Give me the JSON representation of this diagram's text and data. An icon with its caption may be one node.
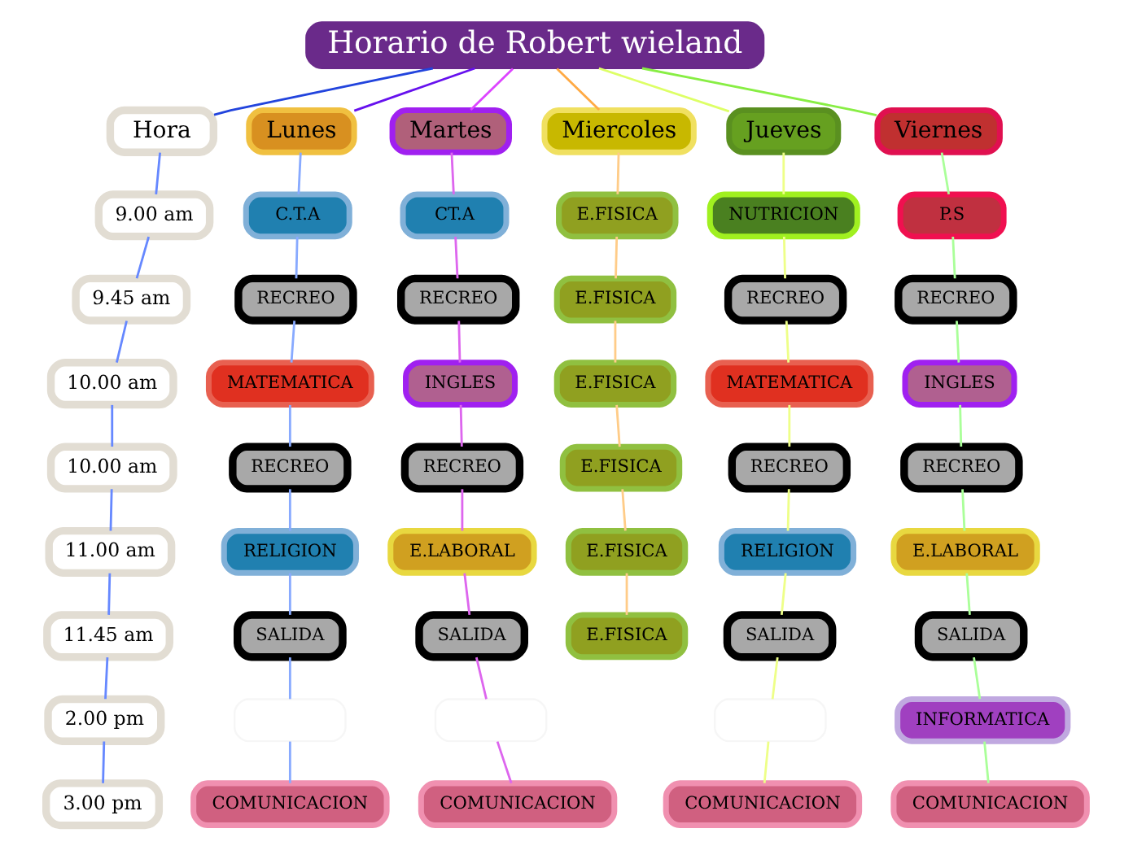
{
  "diagram": {
    "nodes": [
      {
        "text": [
          "Horario de Robert wieland"
        ]
      },
      {
        "text": [
          "Hora"
        ]
      },
      {
        "text": [
          "9.00 am"
        ]
      },
      {
        "text": [
          "9.45 am"
        ]
      },
      {
        "text": [
          "10.00 am"
        ]
      },
      {
        "text": [
          "10.00 am"
        ]
      },
      {
        "text": [
          "11.00 am"
        ]
      },
      {
        "text": [
          "11.45 am"
        ]
      },
      {
        "text": [
          "2.00 pm"
        ]
      },
      {
        "text": [
          "3.00 pm"
        ]
      },
      {
        "text": [
          "Lunes"
        ]
      },
      {
        "text": [
          "C.T.A"
        ]
      },
      {
        "text": [
          "RECREO"
        ]
      },
      {
        "text": [
          "MATEMATICA"
        ]
      },
      {
        "text": [
          "RECREO"
        ]
      },
      {
        "text": [
          "RELIGION"
        ]
      },
      {
        "text": [
          "SALIDA"
        ]
      },
      {
        "text": [],
        "shape": "box"
      },
      {
        "text": [
          "COMUNICACION"
        ]
      },
      {
        "text": [
          "Martes"
        ]
      },
      {
        "text": [
          "CT.A"
        ]
      },
      {
        "text": [
          "RECREO"
        ]
      },
      {
        "text": [
          "INGLES"
        ]
      },
      {
        "text": [
          "RECREO"
        ]
      },
      {
        "text": [
          "E.LABORAL"
        ]
      },
      {
        "text": [
          "SALIDA"
        ]
      },
      {
        "text": [],
        "shape": "box"
      },
      {
        "text": [
          "COMUNICACION"
        ]
      },
      {
        "text": [
          "Miercoles"
        ]
      },
      {
        "text": [
          "E.FISICA"
        ]
      },
      {
        "text": [
          "E.FISICA"
        ]
      },
      {
        "text": [
          "E.FISICA"
        ]
      },
      {
        "text": [
          "E.FISICA"
        ]
      },
      {
        "text": [
          "E.FISICA"
        ]
      },
      {
        "text": [
          "E.FISICA"
        ]
      },
      {
        "text": [
          "Jueves"
        ]
      },
      {
        "text": [
          "NUTRICION"
        ]
      },
      {
        "text": [
          "RECREO"
        ]
      },
      {
        "text": [
          "MATEMATICA"
        ]
      },
      {
        "text": [
          "RECREO"
        ]
      },
      {
        "text": [
          "RELIGION"
        ]
      },
      {
        "text": [
          "SALIDA"
        ]
      },
      {
        "text": [],
        "shape": "box"
      },
      {
        "text": [
          "COMUNICACION"
        ]
      },
      {
        "text": [
          "Viernes"
        ]
      },
      {
        "text": [
          "P.S"
        ]
      },
      {
        "text": [
          "RECREO"
        ]
      },
      {
        "text": [
          "INGLES"
        ]
      },
      {
        "text": [
          "RECREO"
        ]
      },
      {
        "text": [
          "E.LABORAL"
        ]
      },
      {
        "text": [
          "SALIDA"
        ]
      },
      {
        "text": [
          "INFORMATICA"
        ]
      },
      {
        "text": [
          "COMUNICACION"
        ]
      }
    ],
    "edges": [
      {
        "from": 0,
        "to": 1,
        "arrow": "none",
        "color": "#2244dd"
      },
      {
        "from": 1,
        "to": 2,
        "arrow": "none",
        "color": "#6688ff"
      },
      {
        "from": 2,
        "to": 3,
        "arrow": "none",
        "color": "#6688ff"
      },
      {
        "from": 3,
        "to": 4,
        "arrow": "none",
        "color": "#6688ff"
      },
      {
        "from": 4,
        "to": 5,
        "arrow": "none",
        "color": "#6688ff"
      },
      {
        "from": 5,
        "to": 6,
        "arrow": "none",
        "color": "#6688ff"
      },
      {
        "from": 6,
        "to": 7,
        "arrow": "none",
        "color": "#6688ff"
      },
      {
        "from": 7,
        "to": 8,
        "arrow": "none",
        "color": "#6688ff"
      },
      {
        "from": 8,
        "to": 9,
        "arrow": "none",
        "color": "#6688ff"
      },
      {
        "from": 0,
        "to": 10,
        "arrow": "none",
        "color": "#6611ee"
      },
      {
        "from": 10,
        "to": 11,
        "arrow": "none",
        "color": "#88aaff"
      },
      {
        "from": 11,
        "to": 12,
        "arrow": "none",
        "color": "#88aaff"
      },
      {
        "from": 12,
        "to": 13,
        "arrow": "none",
        "color": "#88aaff"
      },
      {
        "from": 13,
        "to": 14,
        "arrow": "none",
        "color": "#88aaff"
      },
      {
        "from": 14,
        "to": 15,
        "arrow": "none",
        "color": "#88aaff"
      },
      {
        "from": 15,
        "to": 16,
        "arrow": "none",
        "color": "#88aaff"
      },
      {
        "from": 16,
        "to": 17,
        "arrow": "none",
        "color": "#88aaff"
      },
      {
        "from": 17,
        "to": 18,
        "arrow": "none",
        "color": "#88aaff"
      },
      {
        "from": 0,
        "to": 19,
        "arrow": "none",
        "color": "#dd44ff"
      },
      {
        "from": 19,
        "to": 20,
        "arrow": "none",
        "color": "#dd66ee"
      },
      {
        "from": 20,
        "to": 21,
        "arrow": "none",
        "color": "#dd66ee"
      },
      {
        "from": 21,
        "to": 22,
        "arrow": "none",
        "color": "#dd66ee"
      },
      {
        "from": 22,
        "to": 23,
        "arrow": "none",
        "color": "#dd66ee"
      },
      {
        "from": 23,
        "to": 24,
        "arrow": "none",
        "color": "#dd66ee"
      },
      {
        "from": 24,
        "to": 25,
        "arrow": "none",
        "color": "#dd66ee"
      },
      {
        "from": 25,
        "to": 26,
        "arrow": "none",
        "color": "#dd66ee"
      },
      {
        "from": 26,
        "to": 27,
        "arrow": "none",
        "color": "#dd66ee"
      },
      {
        "from": 0,
        "to": 28,
        "arrow": "none",
        "color": "#ffaa44"
      },
      {
        "from": 28,
        "to": 29,
        "arrow": "none",
        "color": "#ffcc88"
      },
      {
        "from": 29,
        "to": 30,
        "arrow": "none",
        "color": "#ffcc88"
      },
      {
        "from": 30,
        "to": 31,
        "arrow": "none",
        "color": "#ffcc88"
      },
      {
        "from": 31,
        "to": 32,
        "arrow": "none",
        "color": "#ffcc88"
      },
      {
        "from": 32,
        "to": 33,
        "arrow": "none",
        "color": "#ffcc88"
      },
      {
        "from": 33,
        "to": 34,
        "arrow": "none",
        "color": "#ffcc88"
      },
      {
        "from": 0,
        "to": 35,
        "arrow": "none",
        "color": "#ddff66"
      },
      {
        "from": 35,
        "to": 36,
        "arrow": "none",
        "color": "#eeff88"
      },
      {
        "from": 36,
        "to": 37,
        "arrow": "none",
        "color": "#eeff88"
      },
      {
        "from": 37,
        "to": 38,
        "arrow": "none",
        "color": "#eeff88"
      },
      {
        "from": 38,
        "to": 39,
        "arrow": "none",
        "color": "#eeff88"
      },
      {
        "from": 39,
        "to": 40,
        "arrow": "none",
        "color": "#eeff88"
      },
      {
        "from": 40,
        "to": 41,
        "arrow": "none",
        "color": "#eeff88"
      },
      {
        "from": 41,
        "to": 42,
        "arrow": "none",
        "color": "#eeff88"
      },
      {
        "from": 42,
        "to": 43,
        "arrow": "none",
        "color": "#eeff88"
      },
      {
        "from": 0,
        "to": 44,
        "arrow": "none",
        "color": "#88ee44"
      },
      {
        "from": 44,
        "to": 45,
        "arrow": "none",
        "color": "#aaff99"
      },
      {
        "from": 45,
        "to": 46,
        "arrow": "none",
        "color": "#aaff99"
      },
      {
        "from": 46,
        "to": 47,
        "arrow": "none",
        "color": "#aaff99"
      },
      {
        "from": 47,
        "to": 48,
        "arrow": "none",
        "color": "#aaff99"
      },
      {
        "from": 48,
        "to": 49,
        "arrow": "none",
        "color": "#aaff99"
      },
      {
        "from": 49,
        "to": 50,
        "arrow": "none",
        "color": "#aaff99"
      },
      {
        "from": 50,
        "to": 51,
        "arrow": "none",
        "color": "#aaff99"
      },
      {
        "from": 51,
        "to": 52,
        "arrow": "none",
        "color": "#aaff99"
      }
    ]
  }
}
